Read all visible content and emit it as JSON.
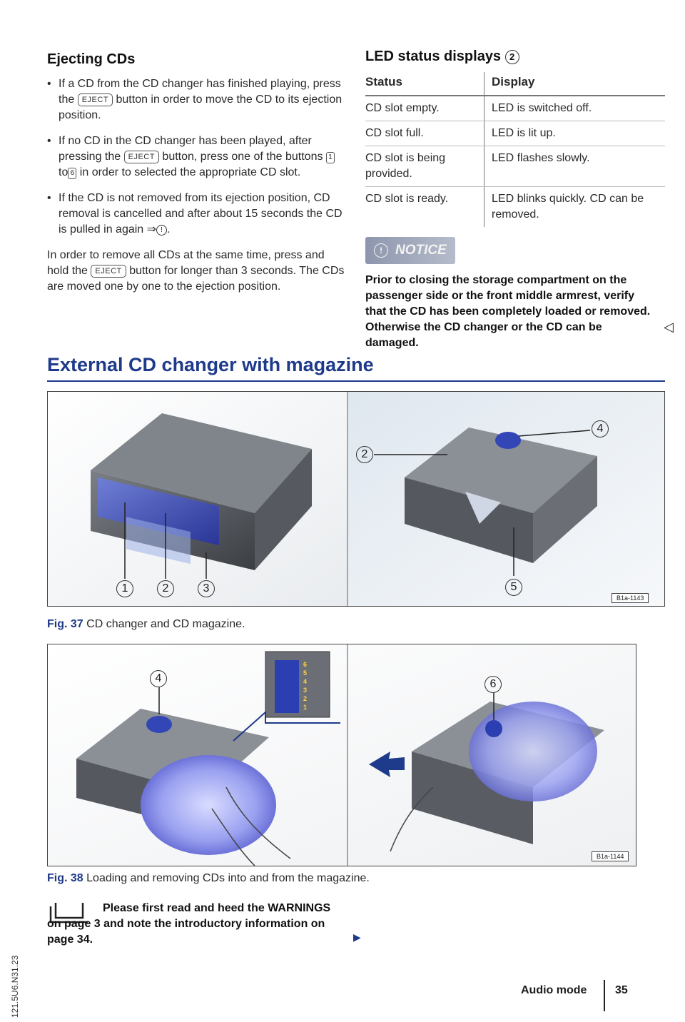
{
  "left_column": {
    "heading": "Ejecting CDs",
    "bullets": [
      {
        "t1": "If a CD from the CD changer has finished playing, press the",
        "key": "EJECT",
        "t2": "button in order to move the CD to its ejection position."
      },
      {
        "t1": "If no CD in the CD changer has been played, after pressing the",
        "key": "EJECT",
        "t2": "button, press one of the buttons",
        "k1": "1",
        "t3": "to",
        "k6": "6",
        "t4": "in order to selected the appropriate CD slot."
      },
      {
        "t1": "If the CD is not removed from its ejection position, CD removal is cancelled and after about 15 seconds the CD is pulled in again",
        "arrow": "⇒"
      }
    ],
    "para": {
      "t1": "In order to remove all CDs at the same time, press and hold the",
      "key": "EJECT",
      "t2": "button for longer than 3 seconds. The CDs are moved one by one to the ejection position."
    }
  },
  "right_column": {
    "heading": "LED status displays",
    "heading_ref": "2",
    "table": {
      "headers": [
        "Status",
        "Display"
      ],
      "rows": [
        [
          "CD slot empty.",
          "LED is switched off."
        ],
        [
          "CD slot full.",
          "LED is lit up."
        ],
        [
          "CD slot is being provided.",
          "LED flashes slowly."
        ],
        [
          "CD slot is ready.",
          "LED blinks quickly. CD can be removed."
        ]
      ]
    },
    "notice_label": "NOTICE",
    "notice_text": "Prior to closing the storage compartment on the passenger side or the front middle armrest, verify that the CD has been completely loaded or removed. Otherwise the CD changer or the CD can be damaged.",
    "end_mark": "◁"
  },
  "section": {
    "title": "External CD changer with magazine",
    "fig37_label": "Fig. 37",
    "fig37_caption": "CD changer and CD magazine.",
    "fig38_label": "Fig. 38",
    "fig38_caption": "Loading and removing CDs into and from the magazine.",
    "fig37_code": "B1a-1143",
    "fig38_code": "B1a-1144",
    "callouts": [
      "1",
      "2",
      "3",
      "2",
      "4",
      "5",
      "4",
      "6"
    ],
    "magazine_slots": [
      "6",
      "5",
      "4",
      "3",
      "2",
      "1"
    ]
  },
  "bottom": {
    "warn_text": "Please first read and heed the WARNINGS on page 3 and note the introductory information on page 34.",
    "next_arrow": "▶"
  },
  "footer": {
    "section_name": "Audio mode",
    "page_number": "35",
    "side_code": "121.5U6.N31.23"
  },
  "colors": {
    "heading_blue": "#1e3a8a",
    "notice_bg": "#9aa2b8",
    "disc_blue": "#2b3fb3"
  }
}
